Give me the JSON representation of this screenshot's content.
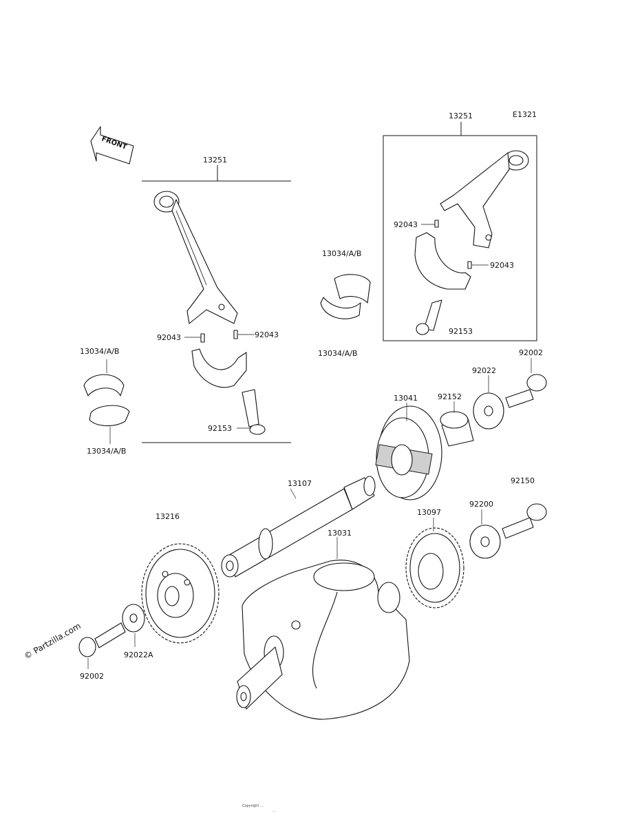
{
  "diagram_id": "E1321",
  "front_badge": "FRONT",
  "watermark": "© Partzilla.com",
  "footer_lines": [
    "Copyright ...",
    "..."
  ],
  "labels": {
    "conrod_left": "13251",
    "conrod_right": "13251",
    "pin_left_a": "92043",
    "pin_left_b": "92043",
    "pin_right_a": "92043",
    "pin_right_b": "92043",
    "bolt_left": "92153",
    "bolt_right": "92153",
    "bearing_upper_left": "13034/A/B",
    "bearing_lower_left": "13034/A/B",
    "bearing_mid_upper": "13034/A/B",
    "bearing_mid_lower": "13034/A/B",
    "shaft": "13107",
    "crankshaft": "13031",
    "gear_left": "13216",
    "washer_left": "92022A",
    "bolt_gear_left": "92002",
    "weight": "13041",
    "collar": "92152",
    "washer_top": "92022",
    "bolt_top": "92002",
    "gear_right": "13097",
    "washer_right": "92200",
    "bolt_right_gear": "92150"
  }
}
